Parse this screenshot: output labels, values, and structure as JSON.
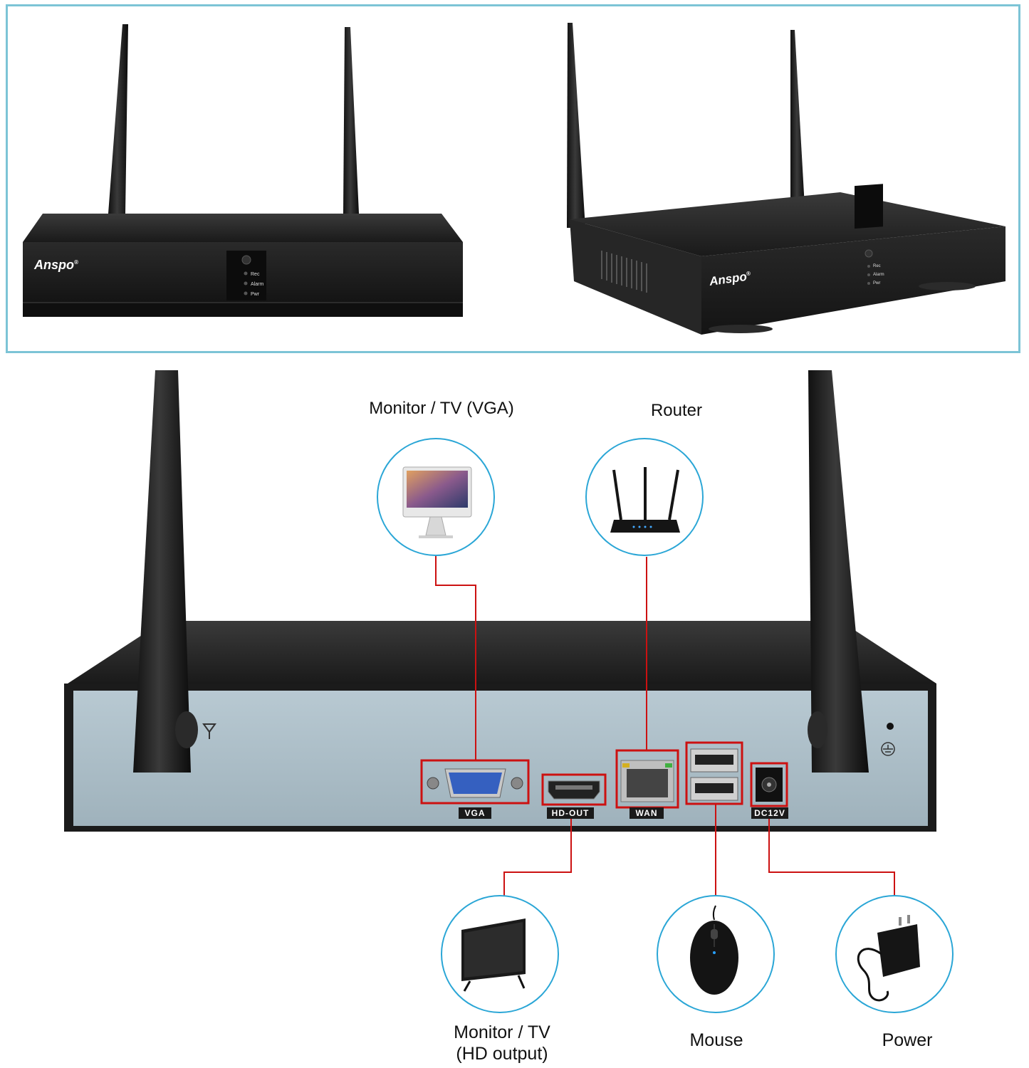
{
  "product": {
    "brand": "Anspo",
    "brand_mark": "®",
    "front_leds": [
      "Rec",
      "Alarm",
      "Pwr"
    ]
  },
  "connections": {
    "vga": {
      "label": "Monitor / TV (VGA)",
      "icon": "imac-monitor-icon"
    },
    "router": {
      "label": "Router",
      "icon": "wifi-router-icon"
    },
    "hd_out": {
      "label_line1": "Monitor / TV",
      "label_line2": "(HD output)",
      "icon": "flat-tv-icon"
    },
    "mouse": {
      "label": "Mouse",
      "icon": "computer-mouse-icon"
    },
    "power": {
      "label": "Power",
      "icon": "power-adapter-icon"
    }
  },
  "rear_ports": {
    "vga": "VGA",
    "hd_out": "HD-OUT",
    "wan": "WAN",
    "dc": "DC12V"
  },
  "colors": {
    "frame_border": "#7cc4d6",
    "circle_border": "#2aa6d6",
    "callout_line": "#cc1111",
    "rear_panel": "#a9bcc6",
    "device_body": "#1e1e1e"
  }
}
